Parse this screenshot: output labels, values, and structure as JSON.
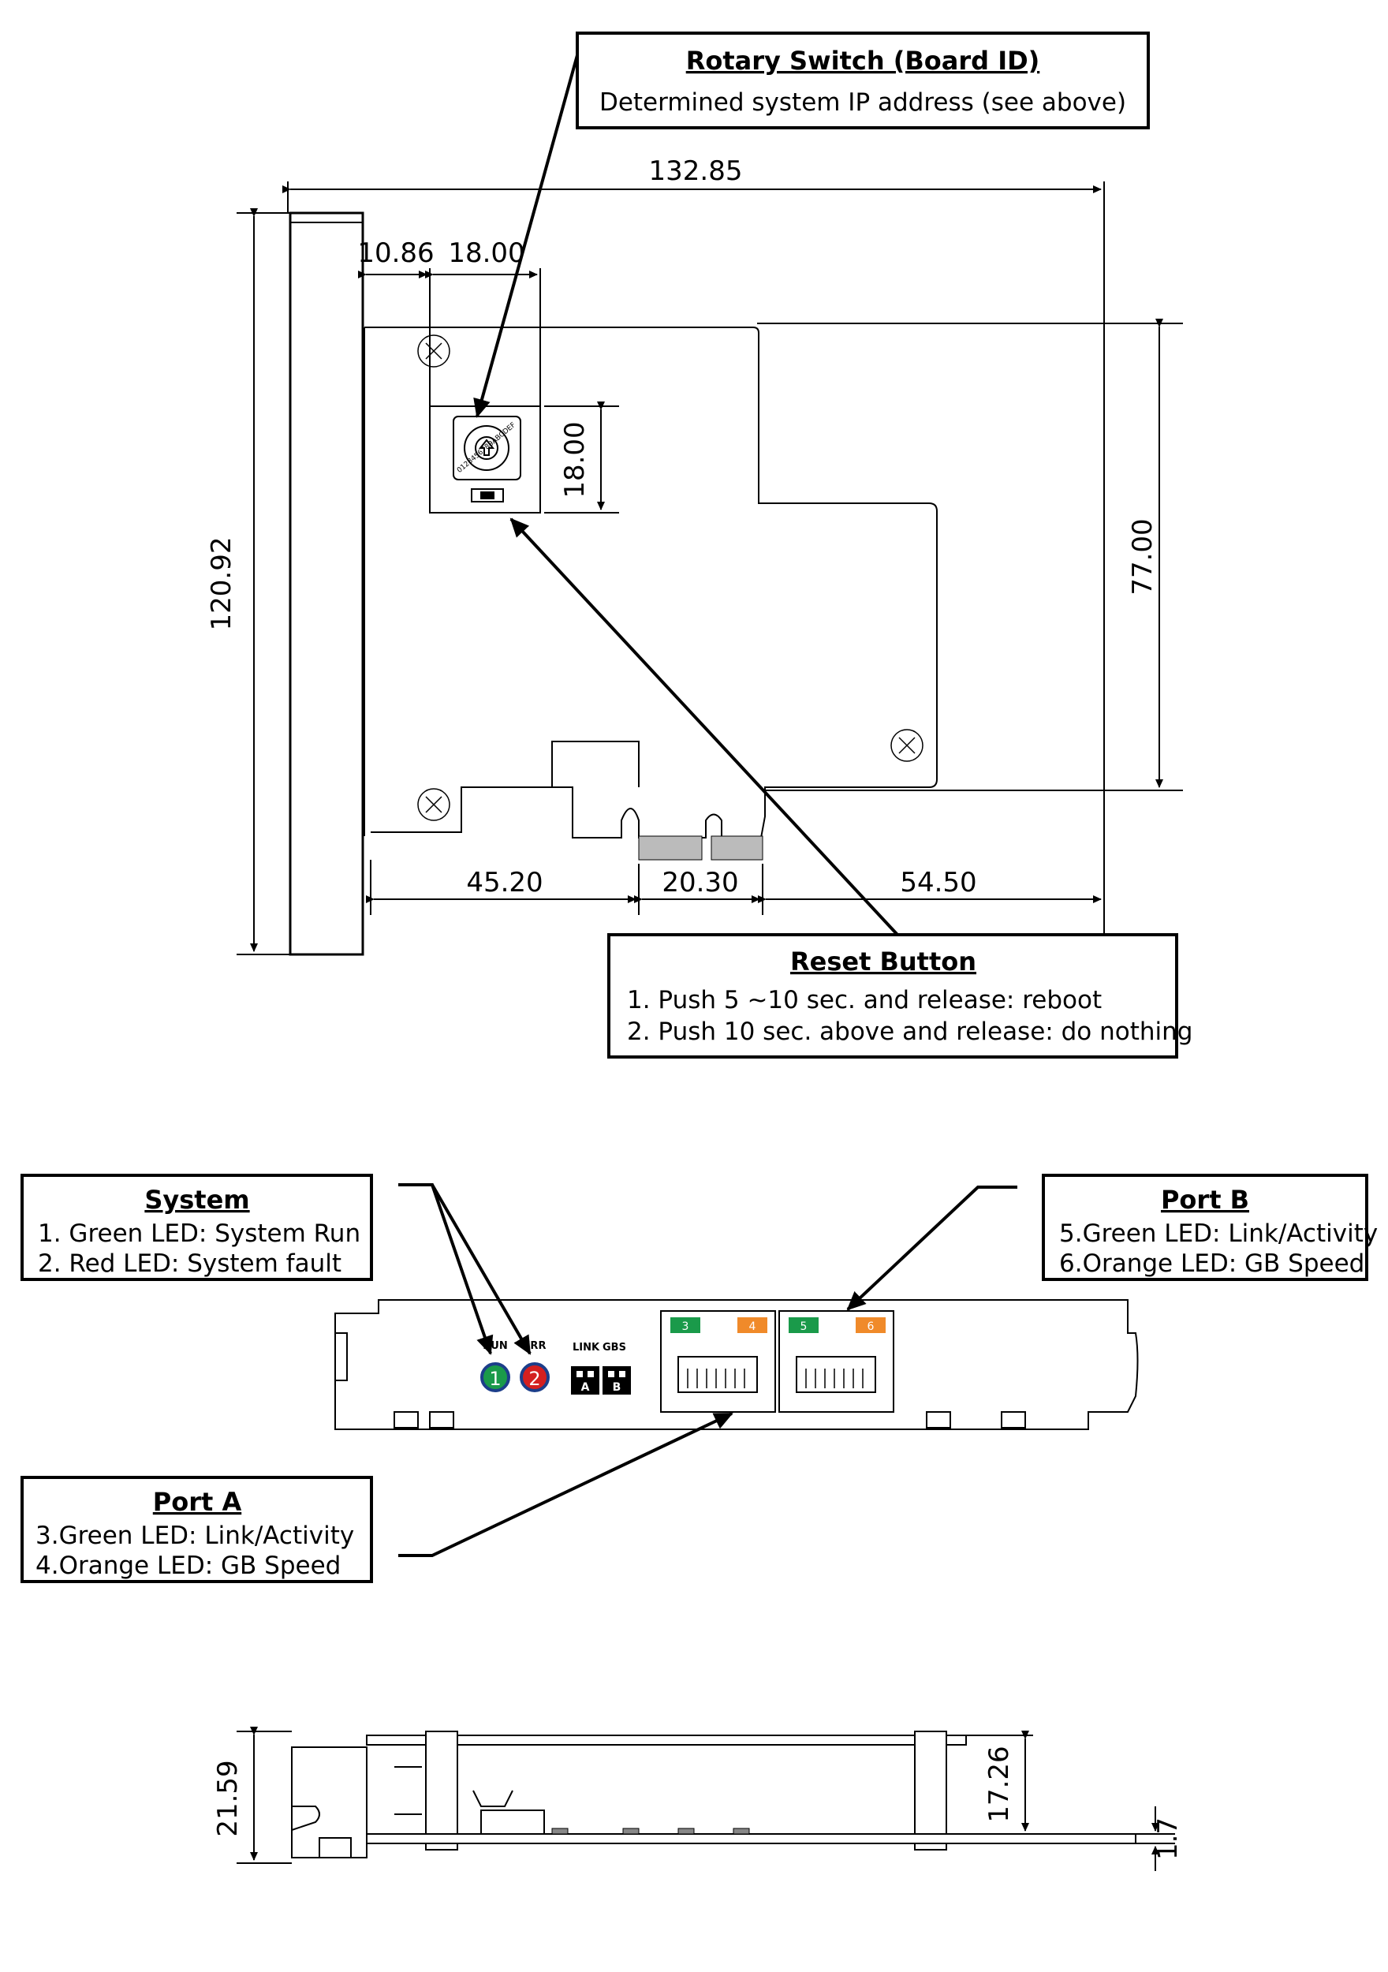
{
  "callouts": {
    "rotary": {
      "title": "Rotary Switch (Board ID)",
      "line1": "Determined system IP address (see above)"
    },
    "reset": {
      "title": "Reset Button",
      "line1": "1. Push 5 ~10 sec. and release: reboot",
      "line2": "2. Push 10 sec. above and release: do nothing"
    },
    "system": {
      "title": "System",
      "line1": "1. Green LED: System Run",
      "line2": "2. Red LED: System fault"
    },
    "portB": {
      "title": "Port B",
      "line1": "5.Green LED: Link/Activity",
      "line2": "6.Orange LED: GB Speed"
    },
    "portA": {
      "title": "Port A",
      "line1": "3.Green LED: Link/Activity",
      "line2": "4.Orange LED: GB Speed"
    }
  },
  "dimensions": {
    "total_width": "132.85",
    "left_offset": "10.86",
    "switch_width": "18.00",
    "switch_height": "18.00",
    "total_height": "120.92",
    "board_height": "77.00",
    "bottom_left": "45.20",
    "bottom_mid": "20.30",
    "bottom_right": "54.50",
    "side_height": "21.59",
    "side_inner": "17.26",
    "side_thickness": "1.7"
  },
  "bracket_labels": {
    "run": "RUN",
    "err": "ERR",
    "link": "LINK",
    "gbs": "GBS",
    "a": "A",
    "b": "B",
    "led1": "1",
    "led2": "2",
    "led3": "3",
    "led4": "4",
    "led5": "5",
    "led6": "6"
  },
  "switch_ring": "0123456789ABCDEF",
  "colors": {
    "green": "#1a9a4a",
    "red": "#d42020",
    "orange": "#f08a2a",
    "line": "#000000"
  }
}
